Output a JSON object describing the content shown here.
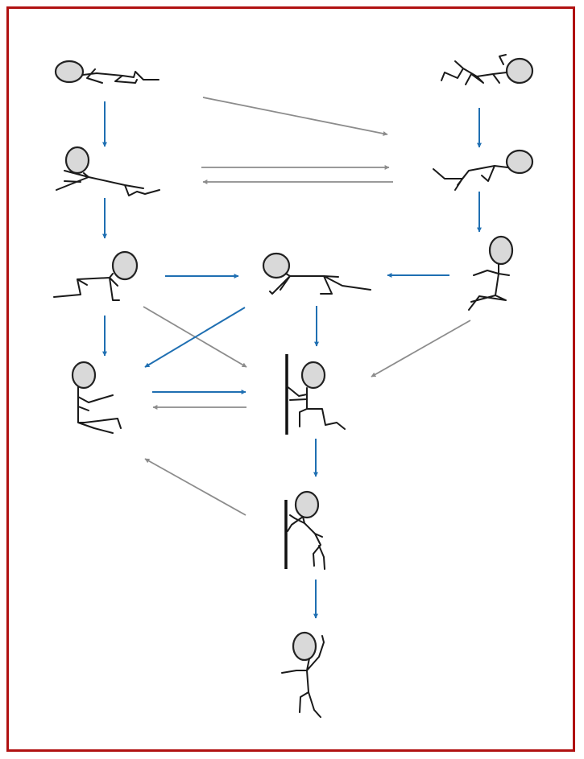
{
  "diagram": {
    "frame_color": "#b01111",
    "arrow_colors": {
      "blue": "#1f6fb2",
      "gray": "#8c8c8c"
    },
    "figures": [
      {
        "id": "lying-prone",
        "icon": "figure-lying-icon"
      },
      {
        "id": "lying-curled",
        "icon": "figure-lying-curled-icon"
      },
      {
        "id": "crawl-pushup",
        "icon": "figure-pushup-icon"
      },
      {
        "id": "reclining-elbow",
        "icon": "figure-reclining-icon"
      },
      {
        "id": "kneeling-raise",
        "icon": "figure-kneeling-icon"
      },
      {
        "id": "hands-knees",
        "icon": "figure-hands-knees-icon"
      },
      {
        "id": "sitting-right",
        "icon": "figure-sitting-icon"
      },
      {
        "id": "sitting-left",
        "icon": "figure-sitting-icon"
      },
      {
        "id": "pull-up-kneel",
        "icon": "figure-pull-up-kneel-icon"
      },
      {
        "id": "standing-support",
        "icon": "figure-standing-support-icon"
      },
      {
        "id": "standing-free",
        "icon": "figure-standing-icon"
      }
    ],
    "transitions": [
      {
        "from": "lying-prone",
        "to": "crawl-pushup",
        "color": "blue"
      },
      {
        "from": "crawl-pushup",
        "to": "kneeling-raise",
        "color": "blue"
      },
      {
        "from": "kneeling-raise",
        "to": "sitting-left",
        "color": "blue"
      },
      {
        "from": "kneeling-raise",
        "to": "hands-knees",
        "color": "blue"
      },
      {
        "from": "kneeling-raise",
        "to": "pull-up-kneel",
        "color": "gray"
      },
      {
        "from": "lying-prone",
        "to": "reclining-elbow",
        "color": "gray"
      },
      {
        "from": "crawl-pushup",
        "to": "reclining-elbow",
        "color": "gray"
      },
      {
        "from": "reclining-elbow",
        "to": "crawl-pushup",
        "color": "gray"
      },
      {
        "from": "lying-curled",
        "to": "reclining-elbow",
        "color": "blue"
      },
      {
        "from": "reclining-elbow",
        "to": "sitting-right",
        "color": "blue"
      },
      {
        "from": "sitting-right",
        "to": "hands-knees",
        "color": "blue"
      },
      {
        "from": "sitting-right",
        "to": "pull-up-kneel",
        "color": "gray"
      },
      {
        "from": "hands-knees",
        "to": "sitting-left",
        "color": "blue"
      },
      {
        "from": "hands-knees",
        "to": "pull-up-kneel",
        "color": "blue"
      },
      {
        "from": "sitting-left",
        "to": "pull-up-kneel",
        "color": "blue"
      },
      {
        "from": "pull-up-kneel",
        "to": "sitting-left",
        "color": "gray"
      },
      {
        "from": "pull-up-kneel",
        "to": "standing-support",
        "color": "blue"
      },
      {
        "from": "standing-support",
        "to": "sitting-left",
        "color": "gray"
      },
      {
        "from": "standing-support",
        "to": "standing-free",
        "color": "blue"
      }
    ]
  }
}
